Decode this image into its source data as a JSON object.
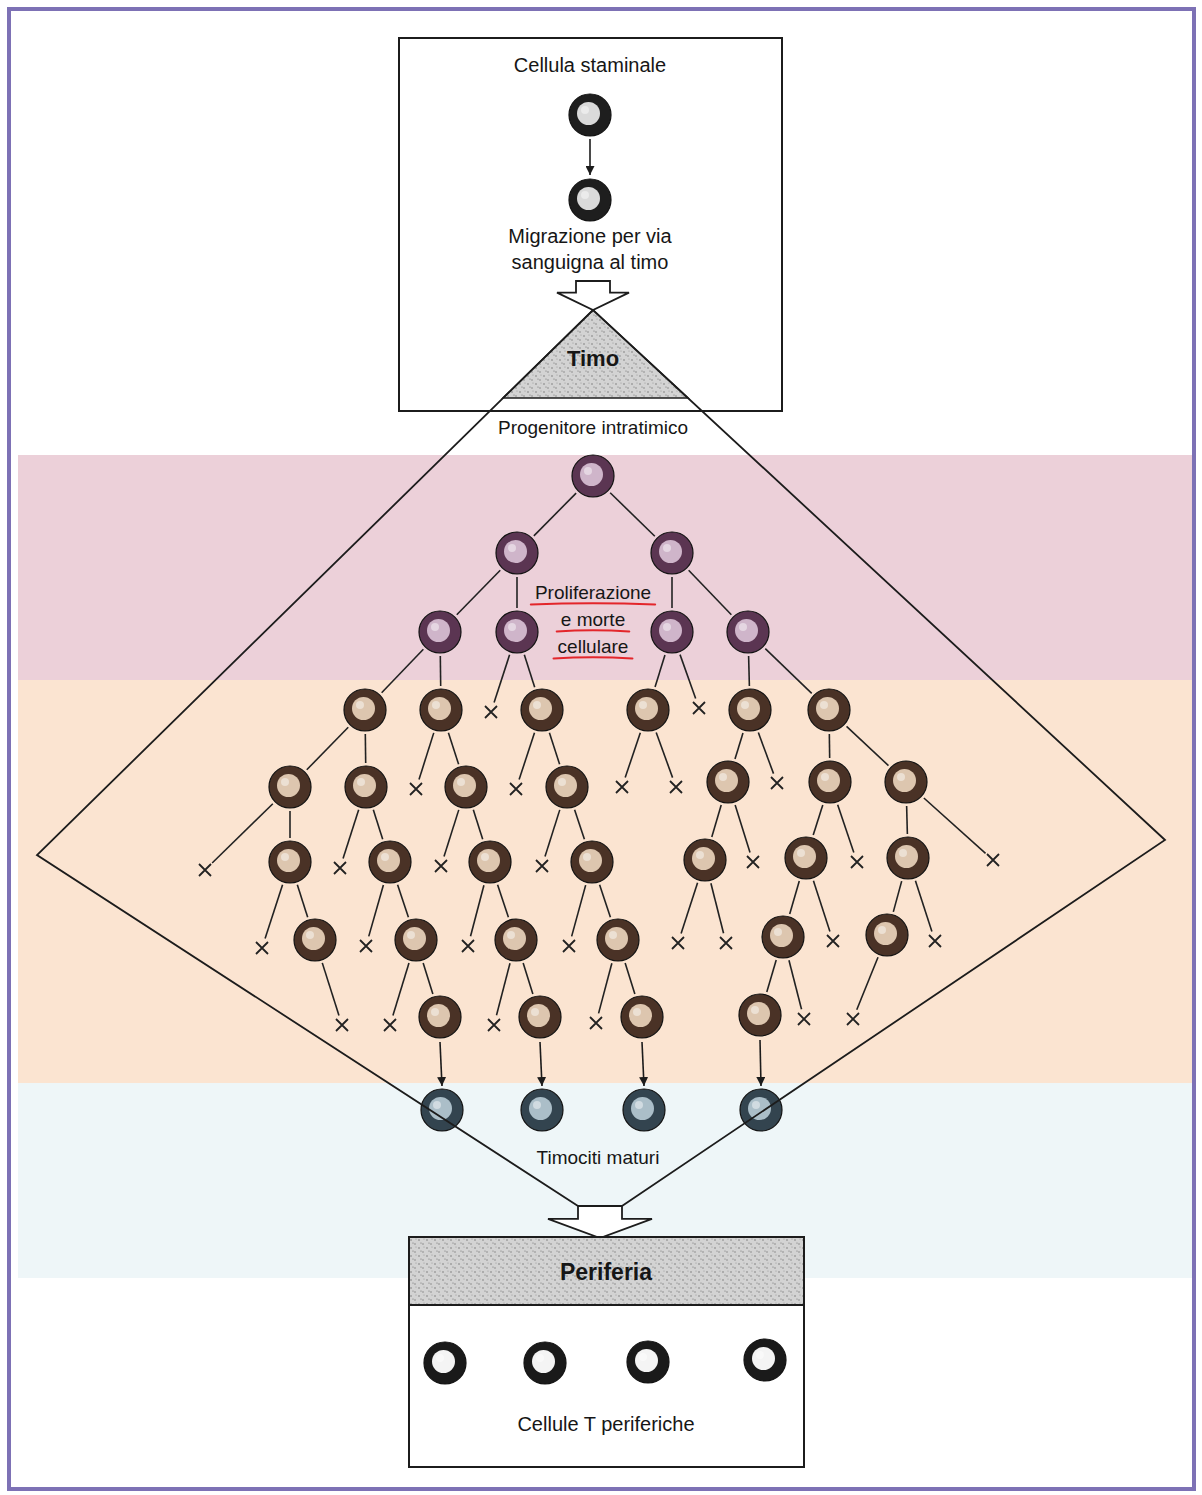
{
  "diagram": {
    "nodes": [
      {
        "text": [
          "Cellula staminale",
          "Migrazione per via sanguigna al timo"
        ]
      },
      {
        "text": [
          "Timo"
        ],
        "in": 0
      },
      {
        "text": [
          "Progenitore intratimico",
          "Proliferazione e morte cellulare",
          "Timociti maturi"
        ]
      },
      {
        "text": [
          "Cellule T periferiche"
        ]
      },
      {
        "text": [
          "Periferia"
        ],
        "in": 3
      }
    ],
    "edges": [
      {
        "from": 0,
        "to": 1,
        "arrow": "to"
      },
      {
        "from": 2,
        "to": 4,
        "arrow": "to"
      }
    ]
  }
}
